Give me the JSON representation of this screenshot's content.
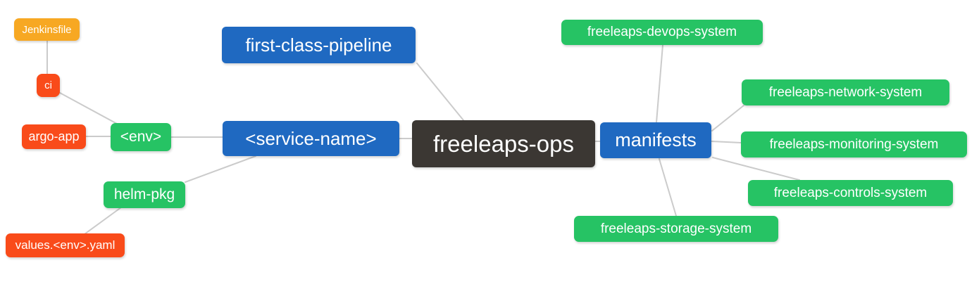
{
  "diagram": {
    "type": "mindmap",
    "root": "freeleaps-ops",
    "nodes": {
      "freeleaps_ops": {
        "label": "freeleaps-ops",
        "color": "#3B3733",
        "level": 0
      },
      "first_class_pipeline": {
        "label": "first-class-pipeline",
        "color": "#1F69C1",
        "level": 1
      },
      "service_name": {
        "label": "<service-name>",
        "color": "#1F69C1",
        "level": 1
      },
      "manifests": {
        "label": "manifests",
        "color": "#1F69C1",
        "level": 1
      },
      "env": {
        "label": "<env>",
        "color": "#26C364",
        "level": 2
      },
      "helm_pkg": {
        "label": "helm-pkg",
        "color": "#26C364",
        "level": 2
      },
      "argo_app": {
        "label": "argo-app",
        "color": "#F94B1A",
        "level": 3
      },
      "ci": {
        "label": "ci",
        "color": "#F94B1A",
        "level": 3
      },
      "values_env_yaml": {
        "label": "values.<env>.yaml",
        "color": "#F94B1A",
        "level": 3
      },
      "jenkinsfile": {
        "label": "Jenkinsfile",
        "color": "#F7A823",
        "level": 4
      },
      "devops_system": {
        "label": "freeleaps-devops-system",
        "color": "#26C364",
        "level": 2
      },
      "network_system": {
        "label": "freeleaps-network-system",
        "color": "#26C364",
        "level": 2
      },
      "monitoring_system": {
        "label": "freeleaps-monitoring-system",
        "color": "#26C364",
        "level": 2
      },
      "controls_system": {
        "label": "freeleaps-controls-system",
        "color": "#26C364",
        "level": 2
      },
      "storage_system": {
        "label": "freeleaps-storage-system",
        "color": "#26C364",
        "level": 2
      }
    },
    "edges": [
      {
        "from": "ci",
        "to": "Jenkinsfile"
      },
      {
        "from": "<env>",
        "to": "ci"
      },
      {
        "from": "<env>",
        "to": "argo-app"
      },
      {
        "from": "<service-name>",
        "to": "<env>"
      },
      {
        "from": "<service-name>",
        "to": "helm-pkg"
      },
      {
        "from": "helm-pkg",
        "to": "values.<env>.yaml"
      },
      {
        "from": "freeleaps-ops",
        "to": "first-class-pipeline"
      },
      {
        "from": "freeleaps-ops",
        "to": "<service-name>"
      },
      {
        "from": "freeleaps-ops",
        "to": "manifests"
      },
      {
        "from": "manifests",
        "to": "freeleaps-devops-system"
      },
      {
        "from": "manifests",
        "to": "freeleaps-network-system"
      },
      {
        "from": "manifests",
        "to": "freeleaps-monitoring-system"
      },
      {
        "from": "manifests",
        "to": "freeleaps-controls-system"
      },
      {
        "from": "manifests",
        "to": "freeleaps-storage-system"
      }
    ],
    "colors": {
      "root_node": "#3B3733",
      "branch_node": "#1F69C1",
      "leaf_green": "#26C364",
      "leaf_red": "#F94B1A",
      "leaf_orange": "#F7A823",
      "connector": "#CBCBCB",
      "background": "#FFFFFF",
      "node_text": "#FFFFFF"
    }
  }
}
